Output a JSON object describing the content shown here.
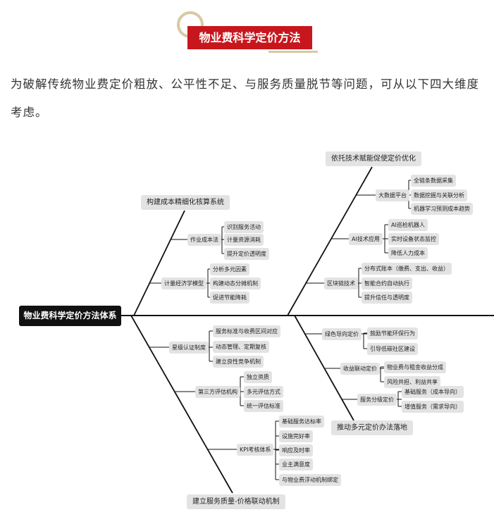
{
  "header": {
    "title": "物业费科学定价方法",
    "ring_color": "#d7c9a3",
    "title_bg": "#c8161d"
  },
  "intro": "为破解传统物业费定价粗放、公平性不足、与服务质量脱节等问题，可从以下四大维度考虑。",
  "diagram": {
    "root": "物业费科学定价方法体系",
    "b1": {
      "title": "构建成本精细化核算系统",
      "s1": {
        "label": "作业成本法",
        "items": [
          "识别服务活动",
          "计量资源消耗",
          "提升定价透明度"
        ]
      },
      "s2": {
        "label": "计量经济学模型",
        "items": [
          "分析多元因素",
          "构建动态分摊机制",
          "促进节能降耗"
        ]
      }
    },
    "b2": {
      "title": "依托技术赋能促使定价优化",
      "s1": {
        "label": "大数据平台",
        "items": [
          "全链条数据采集",
          "数据挖掘与关联分析",
          "机器学习预测成本趋势"
        ]
      },
      "s2": {
        "label": "AI技术应用",
        "items": [
          "AI巡检机器人",
          "实时设备状态监控",
          "降低人力成本"
        ]
      },
      "s3": {
        "label": "区块链技术",
        "items": [
          "分布式账本（缴费、支出、收益）",
          "智能合约自动执行",
          "提升信任与透明度"
        ]
      }
    },
    "b3": {
      "title": "建立服务质量-价格联动机制",
      "s1": {
        "label": "星级认证制度",
        "items": [
          "服务标准与收费区间对应",
          "动态管理、定期复核",
          "建立良性竞争机制"
        ]
      },
      "s2": {
        "label": "第三方评估机构",
        "items": [
          "独立资质",
          "多元评估方式",
          "统一评估标准"
        ]
      },
      "s3": {
        "label": "KPI考核体系",
        "items": [
          "基础服务达标率",
          "设施完好率",
          "响应及时率",
          "业主满意度",
          "与物业费浮动机制绑定"
        ]
      }
    },
    "b4": {
      "title": "推动多元定价办法落地",
      "s1": {
        "label": "绿色导向定价",
        "items": [
          "鼓励节能环保行为",
          "引导低碳社区建设"
        ]
      },
      "s2": {
        "label": "收益联动定价",
        "items": [
          "物业费与租金收益分成",
          "风险共担、利益共享"
        ]
      },
      "s3": {
        "label": "服务分级定价",
        "items": [
          "基础服务（成本导向）",
          "增值服务（需求导向）"
        ]
      }
    }
  }
}
